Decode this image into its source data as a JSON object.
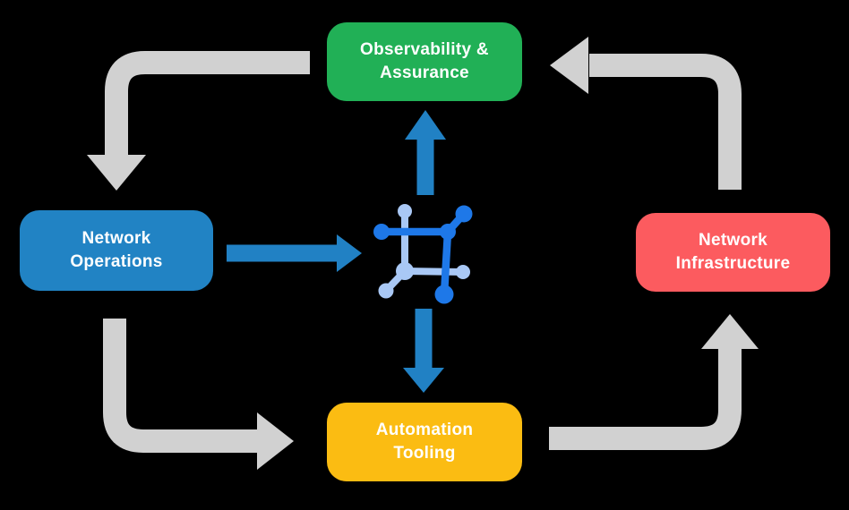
{
  "colors": {
    "bg": "#000000",
    "green": "#21B056",
    "blue": "#2183C4",
    "red": "#FC5B5F",
    "yellow": "#FBBC12",
    "gray": "#D1D1D1",
    "arrowBlue": "#2181C4",
    "iconDark": "#1E78E8",
    "iconLight": "#A9C8F5",
    "text": "#FFFFFF"
  },
  "nodes": {
    "observability": {
      "line1": "Observability &",
      "line2": "Assurance"
    },
    "operations": {
      "line1": "Network",
      "line2": "Operations"
    },
    "infrastructure": {
      "line1": "Network",
      "line2": "Infrastructure"
    },
    "automation": {
      "line1": "Automation",
      "line2": "Tooling"
    }
  },
  "icons": {
    "center": "network-mesh-icon"
  },
  "flows": {
    "gray_cycle": [
      "Observability & Assurance -> Network Operations",
      "Network Operations -> Automation Tooling",
      "Automation Tooling -> Network Infrastructure",
      "Network Infrastructure -> Observability & Assurance"
    ],
    "blue_spokes": [
      "Network Operations -> center icon",
      "center icon -> Observability & Assurance",
      "center icon -> Automation Tooling"
    ]
  }
}
